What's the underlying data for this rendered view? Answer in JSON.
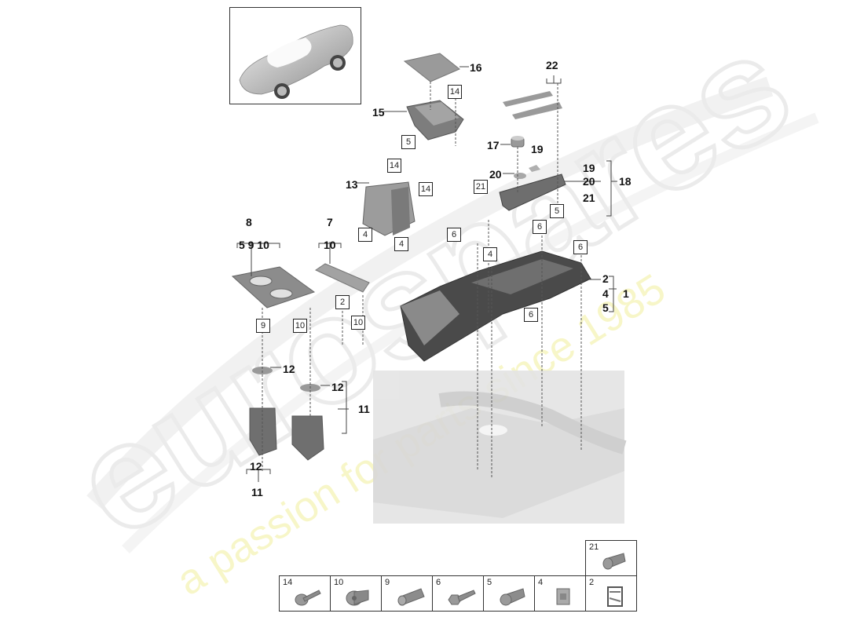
{
  "diagram": {
    "title": "Center console exploded parts diagram",
    "thumbnail": {
      "label": "vehicle-overview",
      "description": "Sports sedan (Panamera) isometric view"
    },
    "watermark": {
      "brand": "eurospares",
      "tagline": "a passion for parts since 1985"
    },
    "callouts": [
      {
        "id": "c16",
        "label": "16"
      },
      {
        "id": "c15",
        "label": "15"
      },
      {
        "id": "c22",
        "label": "22"
      },
      {
        "id": "c17",
        "label": "17"
      },
      {
        "id": "c19a",
        "label": "19"
      },
      {
        "id": "c20a",
        "label": "20"
      },
      {
        "id": "c19b",
        "label": "19"
      },
      {
        "id": "c20b",
        "label": "20"
      },
      {
        "id": "c21b",
        "label": "21"
      },
      {
        "id": "c18",
        "label": "18"
      },
      {
        "id": "c13",
        "label": "13"
      },
      {
        "id": "c8",
        "label": "8"
      },
      {
        "id": "c8sub",
        "label": "5  9  10"
      },
      {
        "id": "c7",
        "label": "7"
      },
      {
        "id": "c7sub",
        "label": "10"
      },
      {
        "id": "c1a",
        "label": "2"
      },
      {
        "id": "c1b",
        "label": "4"
      },
      {
        "id": "c1c",
        "label": "5"
      },
      {
        "id": "c1",
        "label": "1"
      },
      {
        "id": "c12a",
        "label": "12"
      },
      {
        "id": "c12b",
        "label": "12"
      },
      {
        "id": "c11a",
        "label": "11"
      },
      {
        "id": "c12c",
        "label": "12"
      },
      {
        "id": "c11b",
        "label": "11"
      }
    ],
    "boxed_refs": [
      {
        "id": "b14a",
        "label": "14"
      },
      {
        "id": "b5a",
        "label": "5"
      },
      {
        "id": "b14b",
        "label": "14"
      },
      {
        "id": "b14c",
        "label": "14"
      },
      {
        "id": "b4a",
        "label": "4"
      },
      {
        "id": "b4b",
        "label": "4"
      },
      {
        "id": "b21",
        "label": "21"
      },
      {
        "id": "b5b",
        "label": "5"
      },
      {
        "id": "b6a",
        "label": "6"
      },
      {
        "id": "b6b",
        "label": "6"
      },
      {
        "id": "b4c",
        "label": "4"
      },
      {
        "id": "b6c",
        "label": "6"
      },
      {
        "id": "b6d",
        "label": "6"
      },
      {
        "id": "b2",
        "label": "2"
      },
      {
        "id": "b10a",
        "label": "10"
      },
      {
        "id": "b9",
        "label": "9"
      },
      {
        "id": "b10b",
        "label": "10"
      }
    ],
    "hardware_legend": [
      {
        "number": "14",
        "icon": "screw-icon"
      },
      {
        "number": "10",
        "icon": "flanged-bushing-icon"
      },
      {
        "number": "9",
        "icon": "expansion-rivet-icon"
      },
      {
        "number": "6",
        "icon": "hex-bolt-icon"
      },
      {
        "number": "5",
        "icon": "rivet-nut-icon"
      },
      {
        "number": "4",
        "icon": "clip-nut-icon"
      },
      {
        "number": "2",
        "icon": "spring-clip-icon"
      },
      {
        "number": "21",
        "icon": "blind-rivet-icon"
      }
    ]
  }
}
